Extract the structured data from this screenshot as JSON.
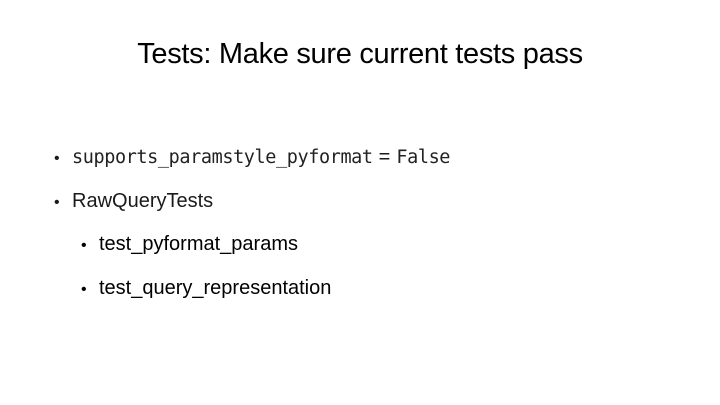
{
  "slide": {
    "title": "Tests: Make sure current tests pass",
    "bullets": [
      {
        "code": "supports_paramstyle_pyformat",
        "operator": "=",
        "value": "False"
      },
      {
        "text": "RawQueryTests"
      }
    ],
    "sub_bullets": [
      {
        "text": "test_pyformat_params"
      },
      {
        "text": "test_query_representation"
      }
    ],
    "bullet_glyph": "•"
  }
}
